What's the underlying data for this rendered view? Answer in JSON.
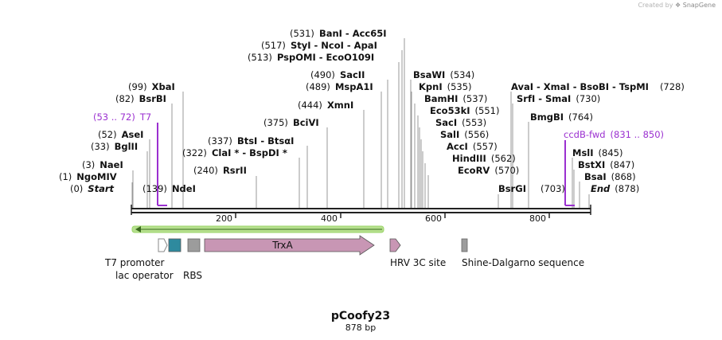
{
  "credit": {
    "prefix": "Created by",
    "brand": "SnapGene"
  },
  "plasmid": {
    "name": "pCoofy23",
    "length_label": "878 bp",
    "length": 878
  },
  "ruler": {
    "ticks": [
      200,
      400,
      600,
      800
    ]
  },
  "sites": [
    {
      "pos": "(0)",
      "name": "Start",
      "italic": true
    },
    {
      "pos": "(1)",
      "name": "NgoMIV"
    },
    {
      "pos": "(3)",
      "name": "NaeI"
    },
    {
      "pos": "(33)",
      "name": "BglII"
    },
    {
      "pos": "(52)",
      "name": "AseI"
    },
    {
      "pos": "(82)",
      "name": "BsrBI"
    },
    {
      "pos": "(99)",
      "name": "XbaI"
    },
    {
      "pos": "(139)",
      "name": "NdeI"
    },
    {
      "pos": "(240)",
      "name": "RsrII"
    },
    {
      "pos": "(322)",
      "name": "ClaI *  -  BspDI *"
    },
    {
      "pos": "(337)",
      "name": "BtsI  -  BtsαI"
    },
    {
      "pos": "(375)",
      "name": "BciVI"
    },
    {
      "pos": "(444)",
      "name": "XmnI"
    },
    {
      "pos": "(489)",
      "name": "MspA1I"
    },
    {
      "pos": "(490)",
      "name": "SacII"
    },
    {
      "pos": "(513)",
      "name": "PspOMI  -  EcoO109I"
    },
    {
      "pos": "(517)",
      "name": "StyI  -  NcoI  -  ApaI"
    },
    {
      "pos": "(531)",
      "name": "BanI  -  Acc65I"
    },
    {
      "pos": "(534)",
      "name": "BsaWI"
    },
    {
      "pos": "(535)",
      "name": "KpnI"
    },
    {
      "pos": "(537)",
      "name": "BamHI"
    },
    {
      "pos": "(551)",
      "name": "Eco53kI"
    },
    {
      "pos": "(553)",
      "name": "SacI"
    },
    {
      "pos": "(556)",
      "name": "SalI"
    },
    {
      "pos": "(557)",
      "name": "AccI"
    },
    {
      "pos": "(562)",
      "name": "HindIII"
    },
    {
      "pos": "(570)",
      "name": "EcoRV"
    },
    {
      "pos": "(703)",
      "name": "BsrGI"
    },
    {
      "pos": "(728)",
      "name": "AvaI  -  XmaI  -  BsoBI  -  TspMI"
    },
    {
      "pos": "(730)",
      "name": "SrfI  -  SmaI"
    },
    {
      "pos": "(764)",
      "name": "BmgBI"
    },
    {
      "pos": "(845)",
      "name": "MslI"
    },
    {
      "pos": "(847)",
      "name": "BstXI"
    },
    {
      "pos": "(868)",
      "name": "BsaI"
    },
    {
      "pos": "(878)",
      "name": "End",
      "italic": true
    }
  ],
  "primers": [
    {
      "name": "T7",
      "range": "(53 .. 72)"
    },
    {
      "name": "ccdB-fwd",
      "range": "(831 .. 850)"
    }
  ],
  "features": [
    {
      "name": "T7 promoter"
    },
    {
      "name": "lac operator"
    },
    {
      "name": "RBS"
    },
    {
      "name": "TrxA"
    },
    {
      "name": "HRV 3C site"
    },
    {
      "name": "Shine-Dalgarno sequence"
    }
  ],
  "colors": {
    "trxa": "#c896b4",
    "lac_operator": "#2e8a9e",
    "rbs": "#9c9c9c",
    "primer": "#9b30d0",
    "orf_arrow": "#9bd46a"
  }
}
